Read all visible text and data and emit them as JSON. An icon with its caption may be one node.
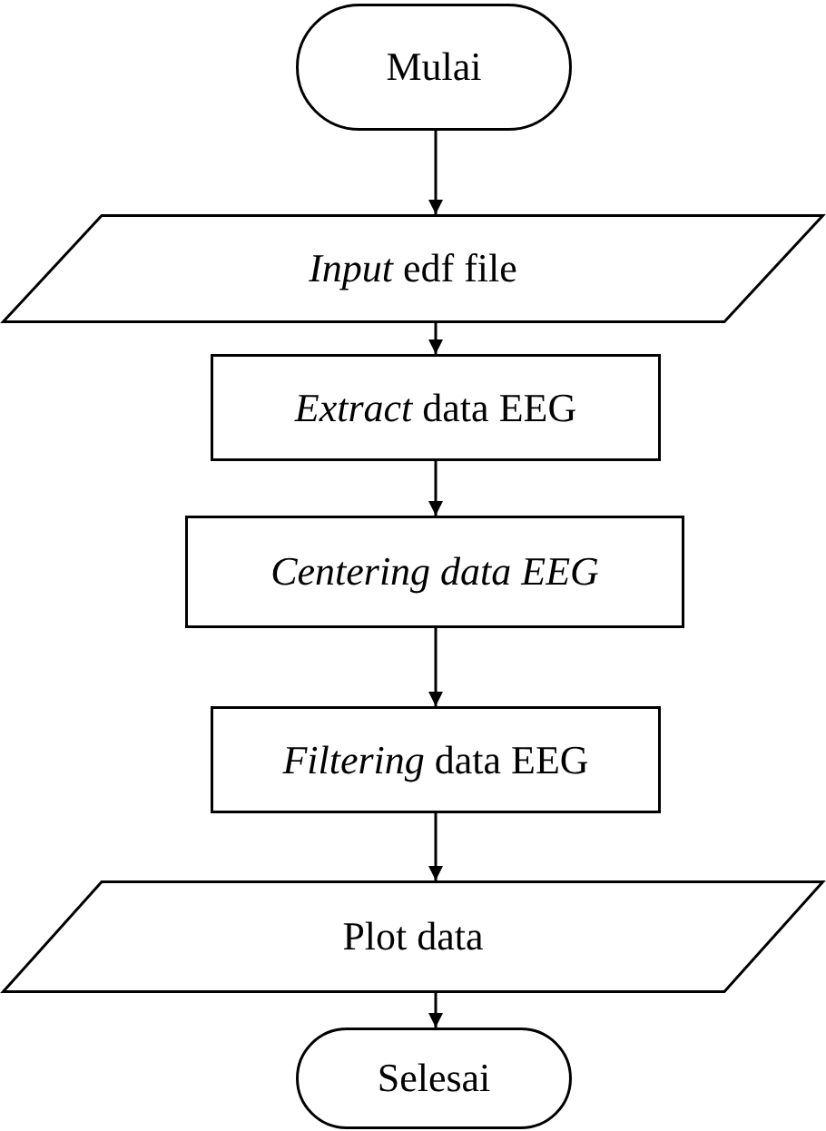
{
  "diagram": {
    "nodes": [
      {
        "text": [
          "Mulai"
        ]
      },
      {
        "text": [
          "*Input* edf file"
        ]
      },
      {
        "text": [
          "*Extract* data EEG"
        ]
      },
      {
        "text": [
          "Centering data EEG"
        ]
      },
      {
        "text": [
          "*Filtering* data EEG"
        ]
      },
      {
        "text": [
          "Plot data"
        ]
      },
      {
        "text": [
          "Selesai"
        ]
      }
    ],
    "edges": [
      {
        "from": 0,
        "to": 1,
        "arrow": "to"
      },
      {
        "from": 1,
        "to": 2,
        "arrow": "to"
      },
      {
        "from": 2,
        "to": 3,
        "arrow": "to"
      },
      {
        "from": 3,
        "to": 4,
        "arrow": "to"
      },
      {
        "from": 4,
        "to": 5,
        "arrow": "to"
      },
      {
        "from": 5,
        "to": 6,
        "arrow": "to"
      }
    ]
  }
}
